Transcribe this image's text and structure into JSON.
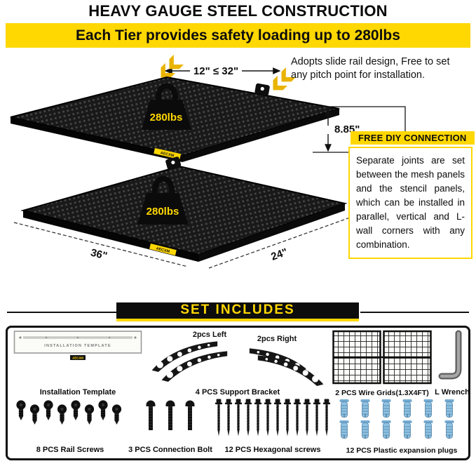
{
  "header": {
    "title": "HEAVY GAUGE STEEL CONSTRUCTION",
    "banner": "Each Tier provides safety loading up to 280lbs"
  },
  "diagram": {
    "slide_note_line1": "Adopts slide rail design, Free to set",
    "slide_note_line2": "any pitch point for installation.",
    "dim_range": "12\" ≤ 32\"",
    "dim_height": "8.85\"",
    "dim_depth": "36\"",
    "dim_width": "24\"",
    "load_top": "280lbs",
    "load_bottom": "280lbs",
    "brand_top": "AECXM",
    "brand_bottom": "AECXM",
    "diy_title": "FREE DIY CONNECTION",
    "diy_body": "Separate joints are set between the mesh panels and the stencil panels, which can be installed in parallel, vertical and L-wall corners with any combination."
  },
  "set_includes": {
    "title": "SET INCLUDES",
    "template_label": "Installation Template",
    "template_text": "INSTALLATION TEMPLATE",
    "template_brand": "AECXM",
    "bracket_left_label": "2pcs Left",
    "bracket_right_label": "2pcs Right",
    "bracket_label": "4 PCS Support Bracket",
    "grids_label": "2 PCS Wire Grids(1.3X4FT)",
    "wrench_label": "L Wrench",
    "rail_screws_label": "8 PCS Rail Screws",
    "bolt_label": "3 PCS Connection Bolt",
    "hex_screws_label": "12 PCS Hexagonal screws",
    "plugs_label": "12 PCS Plastic expansion plugs"
  },
  "colors": {
    "accent_yellow": "#ffd701",
    "ink_black": "#0d0d0d",
    "chevron_gold": "#e9b400",
    "plug_blue": "#8fc3e4"
  }
}
